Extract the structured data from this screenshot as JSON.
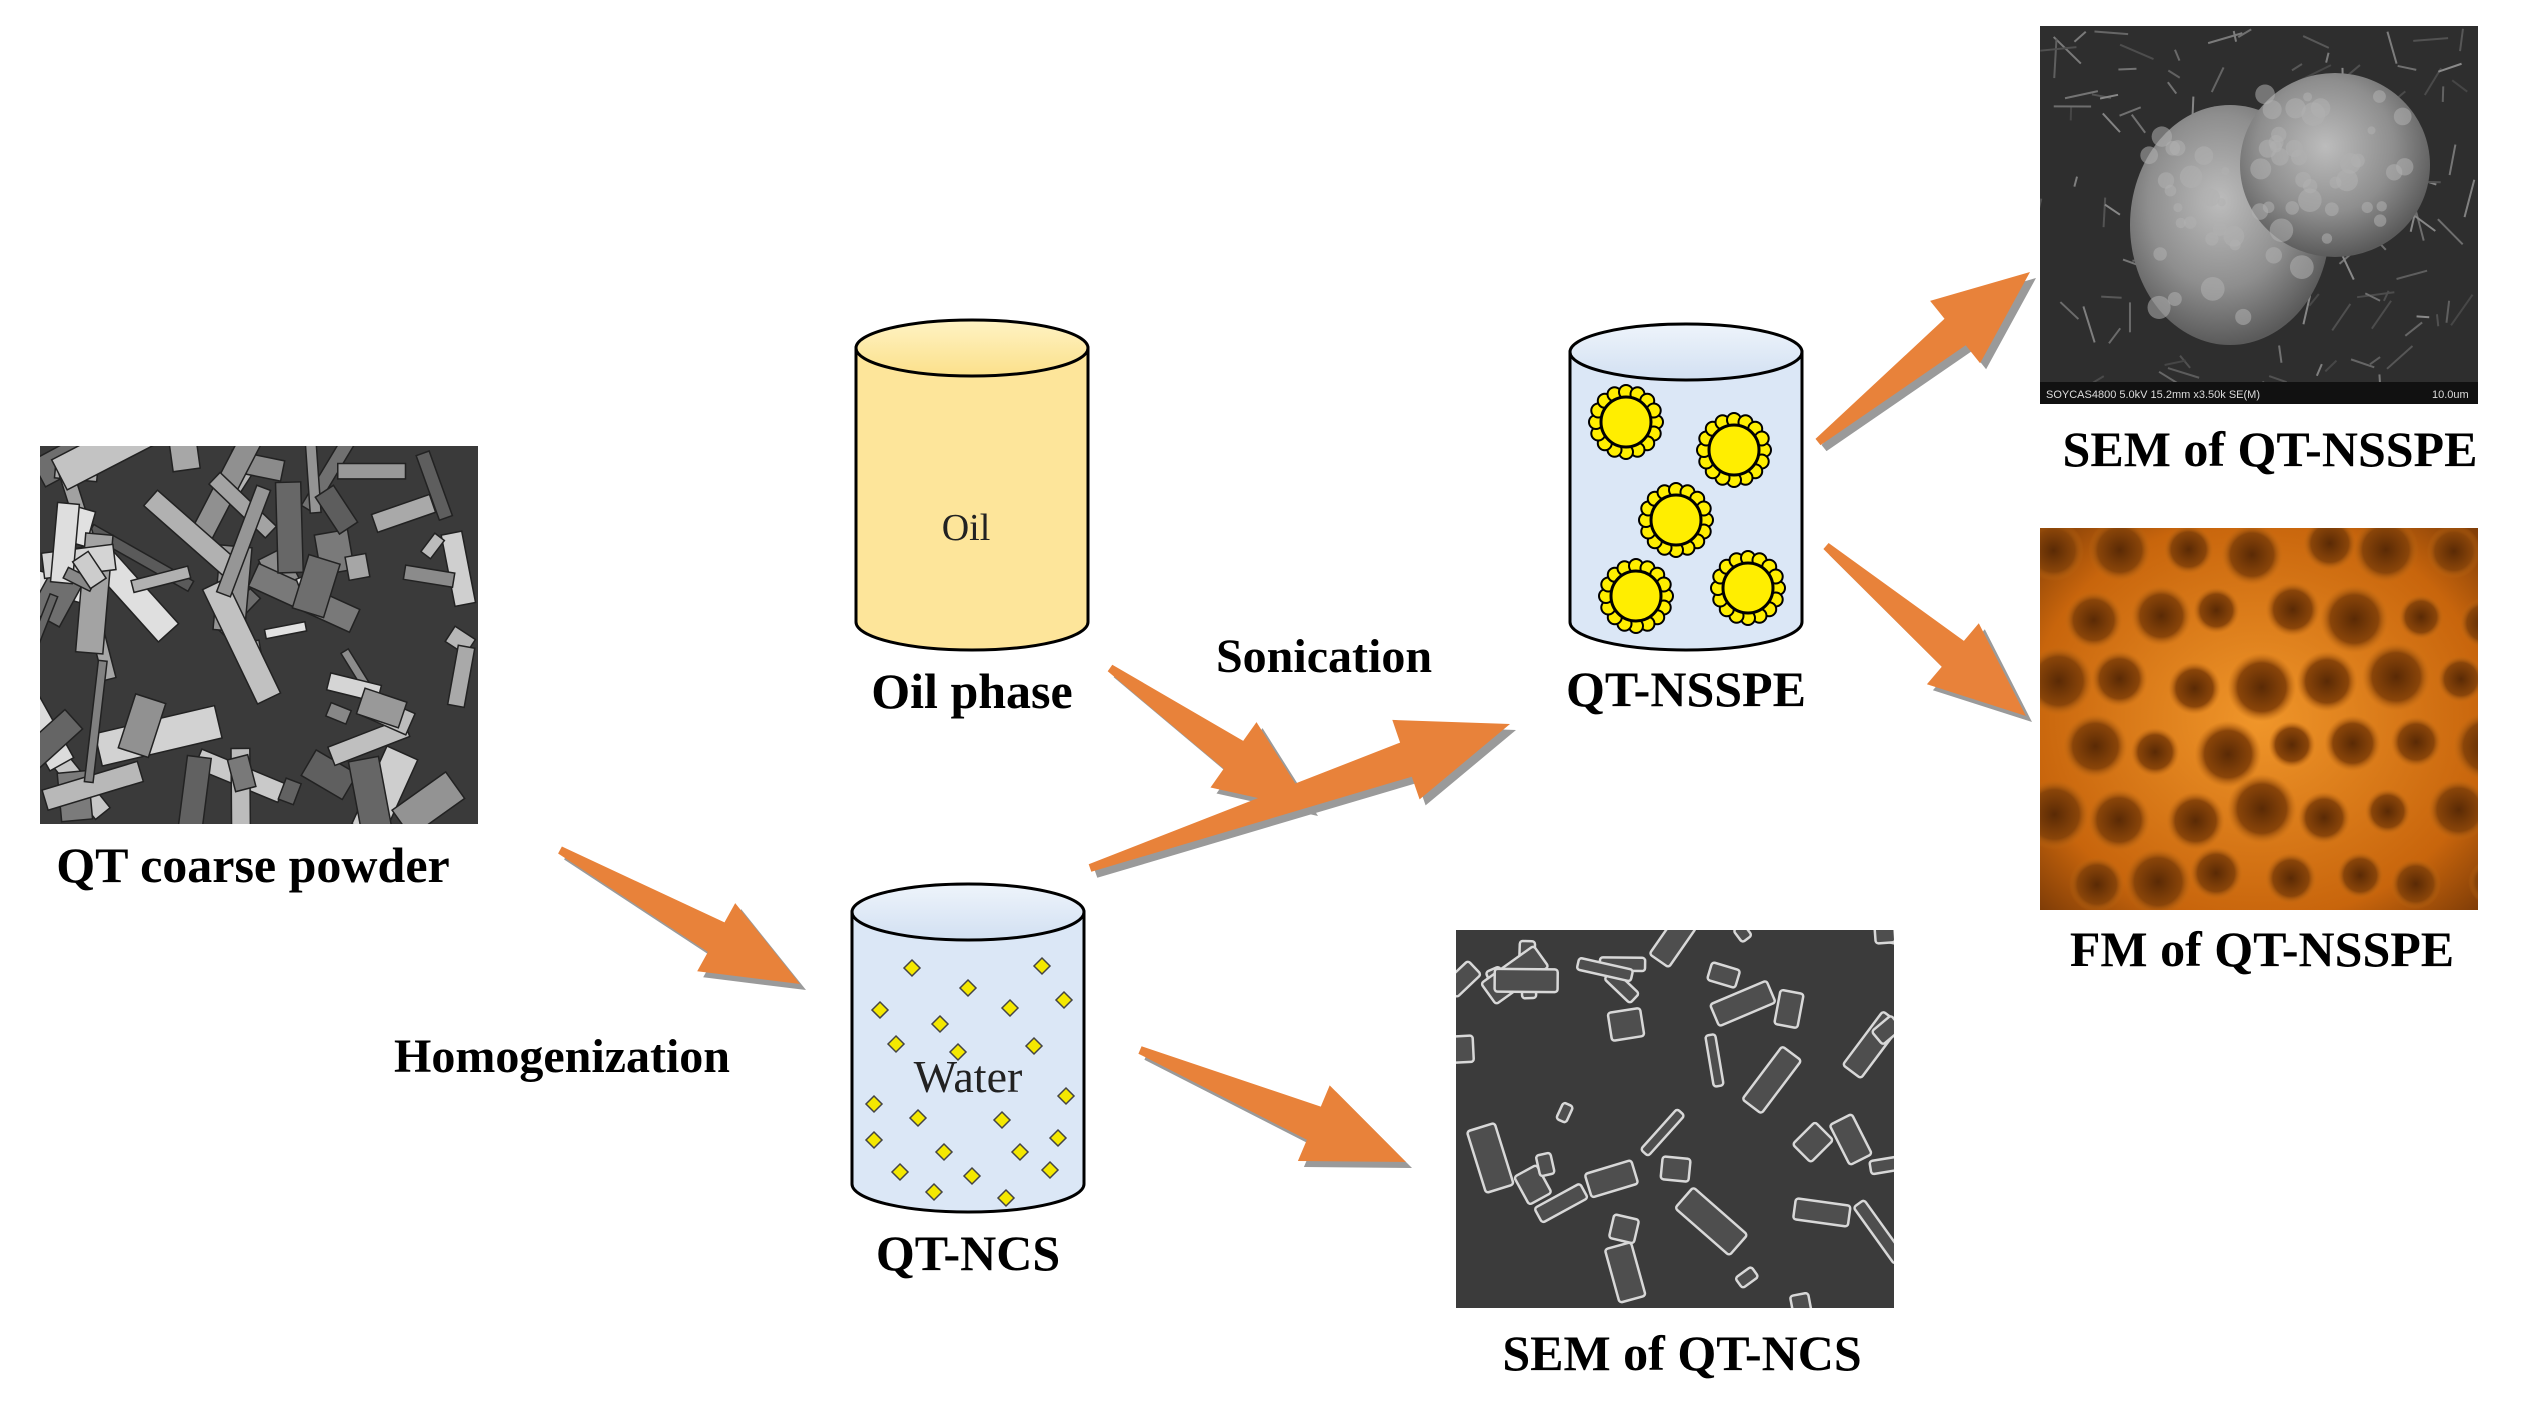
{
  "labels": {
    "coarse_powder": "QT coarse powder",
    "homogenization": "Homogenization",
    "oil_phase": "Oil phase",
    "sonication": "Sonication",
    "nsspe": "QT-NSSPE",
    "ncs": "QT-NCS",
    "sem_nsspe": "SEM of QT-NSSPE",
    "fm_nsspe": "FM of QT-NSSPE",
    "sem_ncs": "SEM of QT-NCS"
  },
  "cylinders": {
    "oil_text": "Oil",
    "water_text": "Water"
  },
  "micrographs": {
    "sem_nsspe_footer": "SOYCAS4800 5.0kV 15.2mm x3.50k SE(M)",
    "sem_nsspe_scale": "10.0um"
  },
  "colors": {
    "arrow": "#e8823a",
    "arrow_shadow": "#9a9a9a",
    "oil_fill": "#fde59a",
    "water_fill": "#dbe7f6",
    "droplet_core": "#ffee00"
  }
}
